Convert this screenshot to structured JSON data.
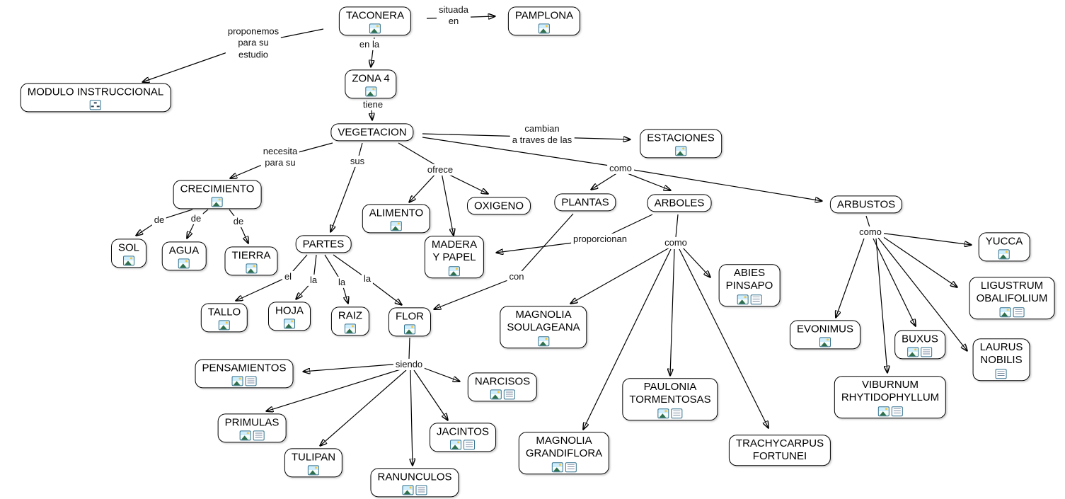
{
  "diagram": {
    "type": "concept-map",
    "topic": "TACONERA",
    "colors": {
      "background": "#ffffff",
      "node_fill": "#ffffff",
      "node_border": "#000000",
      "text": "#000000",
      "line": "#000000",
      "resource_icon_border": "#31708e"
    }
  },
  "nodes": [
    {
      "id": "taconera",
      "label": "TACONERA",
      "resources": [
        "image"
      ]
    },
    {
      "id": "pamplona",
      "label": "PAMPLONA",
      "resources": [
        "image"
      ]
    },
    {
      "id": "modulo-instruccional",
      "label": "MODULO INSTRUCCIONAL",
      "resources": [
        "cmap"
      ]
    },
    {
      "id": "zona-4",
      "label": "ZONA 4",
      "resources": [
        "image"
      ]
    },
    {
      "id": "vegetacion",
      "label": "VEGETACION",
      "resources": []
    },
    {
      "id": "estaciones",
      "label": "ESTACIONES",
      "resources": [
        "image"
      ]
    },
    {
      "id": "crecimiento",
      "label": "CRECIMIENTO",
      "resources": [
        "image"
      ]
    },
    {
      "id": "sol",
      "label": "SOL",
      "resources": [
        "image"
      ]
    },
    {
      "id": "agua",
      "label": "AGUA",
      "resources": [
        "image"
      ]
    },
    {
      "id": "tierra",
      "label": "TIERRA",
      "resources": [
        "image"
      ]
    },
    {
      "id": "partes",
      "label": "PARTES",
      "resources": []
    },
    {
      "id": "alimento",
      "label": "ALIMENTO",
      "resources": [
        "image"
      ]
    },
    {
      "id": "oxigeno",
      "label": "OXIGENO",
      "resources": []
    },
    {
      "id": "madera-y-papel",
      "label": "MADERA\nY PAPEL",
      "resources": [
        "image"
      ]
    },
    {
      "id": "plantas",
      "label": "PLANTAS",
      "resources": []
    },
    {
      "id": "arboles",
      "label": "ARBOLES",
      "resources": []
    },
    {
      "id": "arbustos",
      "label": "ARBUSTOS",
      "resources": []
    },
    {
      "id": "tallo",
      "label": "TALLO",
      "resources": [
        "image"
      ]
    },
    {
      "id": "hoja",
      "label": "HOJA",
      "resources": [
        "image"
      ]
    },
    {
      "id": "raiz",
      "label": "RAIZ",
      "resources": [
        "image"
      ]
    },
    {
      "id": "flor",
      "label": "FLOR",
      "resources": [
        "image"
      ]
    },
    {
      "id": "magnolia-soulageana",
      "label": "MAGNOLIA\nSOULAGEANA",
      "resources": [
        "image"
      ]
    },
    {
      "id": "abies-pinsapo",
      "label": "ABIES\nPINSAPO",
      "resources": [
        "image",
        "text"
      ]
    },
    {
      "id": "yucca",
      "label": "YUCCA",
      "resources": [
        "image"
      ]
    },
    {
      "id": "ligustrum-obalifolium",
      "label": "LIGUSTRUM\nOBALIFOLIUM",
      "resources": [
        "image",
        "text"
      ]
    },
    {
      "id": "evonimus",
      "label": "EVONIMUS",
      "resources": [
        "image"
      ]
    },
    {
      "id": "buxus",
      "label": "BUXUS",
      "resources": [
        "image",
        "text"
      ]
    },
    {
      "id": "laurus-nobilis",
      "label": "LAURUS\nNOBILIS",
      "resources": [
        "text"
      ]
    },
    {
      "id": "pensamientos",
      "label": "PENSAMIENTOS",
      "resources": [
        "image",
        "text"
      ]
    },
    {
      "id": "narcisos",
      "label": "NARCISOS",
      "resources": [
        "image",
        "text"
      ]
    },
    {
      "id": "primulas",
      "label": "PRIMULAS",
      "resources": [
        "image",
        "text"
      ]
    },
    {
      "id": "jacintos",
      "label": "JACINTOS",
      "resources": [
        "image",
        "text"
      ]
    },
    {
      "id": "tulipan",
      "label": "TULIPAN",
      "resources": [
        "image"
      ]
    },
    {
      "id": "ranunculos",
      "label": "RANUNCULOS",
      "resources": [
        "image",
        "text"
      ]
    },
    {
      "id": "viburnum-rhytidophyllum",
      "label": "VIBURNUM\nRHYTIDOPHYLLUM",
      "resources": [
        "image",
        "text"
      ]
    },
    {
      "id": "paulonia-tormentosas",
      "label": "PAULONIA\nTORMENTOSAS",
      "resources": [
        "image",
        "text"
      ]
    },
    {
      "id": "trachycarpus-fortunei",
      "label": "TRACHYCARPUS\nFORTUNEI",
      "resources": []
    },
    {
      "id": "magnolia-grandiflora",
      "label": "MAGNOLIA\nGRANDIFLORA",
      "resources": [
        "image",
        "text"
      ]
    }
  ],
  "links": [
    {
      "label": "situada\nen",
      "from": "TACONERA",
      "to": [
        "PAMPLONA"
      ]
    },
    {
      "label": "proponemos\npara su\nestudio",
      "from": "TACONERA",
      "to": [
        "MODULO INSTRUCCIONAL"
      ]
    },
    {
      "label": "en la",
      "from": "TACONERA",
      "to": [
        "ZONA 4"
      ]
    },
    {
      "label": "tiene",
      "from": "ZONA 4",
      "to": [
        "VEGETACION"
      ]
    },
    {
      "label": "cambian\na traves de las",
      "from": "VEGETACION",
      "to": [
        "ESTACIONES"
      ]
    },
    {
      "label": "necesita\npara su",
      "from": "VEGETACION",
      "to": [
        "CRECIMIENTO"
      ]
    },
    {
      "label": "sus",
      "from": "VEGETACION",
      "to": [
        "PARTES"
      ]
    },
    {
      "label": "ofrece",
      "from": "VEGETACION",
      "to": [
        "ALIMENTO",
        "OXIGENO",
        "MADERA Y PAPEL"
      ]
    },
    {
      "label": "como",
      "from": "VEGETACION",
      "to": [
        "PLANTAS",
        "ARBOLES",
        "ARBUSTOS"
      ]
    },
    {
      "label": "de",
      "from": "CRECIMIENTO",
      "to": [
        "SOL"
      ]
    },
    {
      "label": "de",
      "from": "CRECIMIENTO",
      "to": [
        "AGUA"
      ]
    },
    {
      "label": "de",
      "from": "CRECIMIENTO",
      "to": [
        "TIERRA"
      ]
    },
    {
      "label": "el",
      "from": "PARTES",
      "to": [
        "TALLO"
      ]
    },
    {
      "label": "la",
      "from": "PARTES",
      "to": [
        "HOJA"
      ]
    },
    {
      "label": "la",
      "from": "PARTES",
      "to": [
        "RAIZ"
      ]
    },
    {
      "label": "la",
      "from": "PARTES",
      "to": [
        "FLOR"
      ]
    },
    {
      "label": "proporcionan",
      "from": "ARBOLES",
      "to": [
        "MADERA Y PAPEL"
      ]
    },
    {
      "label": "con",
      "from": "PLANTAS",
      "to": [
        "FLOR"
      ]
    },
    {
      "label": "siendo",
      "from": "FLOR",
      "to": [
        "PENSAMIENTOS",
        "NARCISOS",
        "PRIMULAS",
        "TULIPAN",
        "JACINTOS",
        "RANUNCULOS"
      ]
    },
    {
      "label": "como",
      "from": "ARBOLES",
      "to": [
        "ABIES PINSAPO",
        "MAGNOLIA SOULAGEANA",
        "PAULONIA TORMENTOSAS",
        "TRACHYCARPUS FORTUNEI",
        "MAGNOLIA GRANDIFLORA"
      ]
    },
    {
      "label": "como",
      "from": "ARBUSTOS",
      "to": [
        "YUCCA",
        "LIGUSTRUM OBALIFOLIUM",
        "LAURUS NOBILIS",
        "EVONIMUS",
        "BUXUS",
        "VIBURNUM RHYTIDOPHYLLUM"
      ]
    }
  ]
}
